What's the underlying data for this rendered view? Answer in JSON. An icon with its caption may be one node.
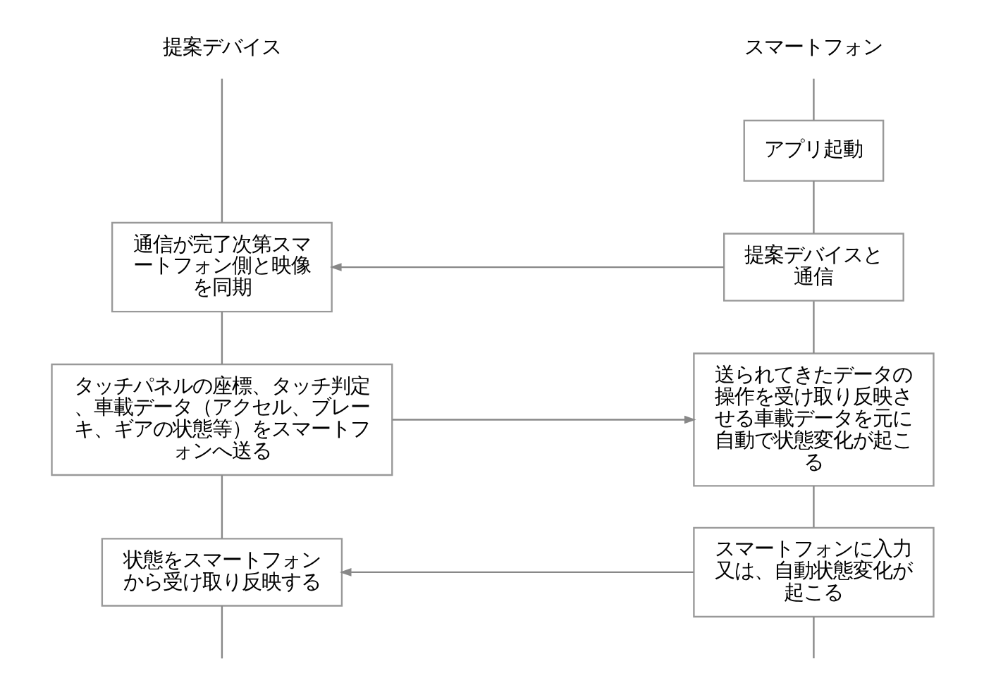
{
  "diagram": {
    "nodes": [
      {
        "text": [
          "提案デバイス"
        ]
      },
      {
        "text": [
          "スマートフォン"
        ]
      },
      {
        "text": [
          "アプリ起動"
        ]
      },
      {
        "text": [
          "提案デバイスと通信"
        ]
      },
      {
        "text": [
          "通信が完了次第スマートフォン側と映像を同期"
        ]
      },
      {
        "text": [
          "タッチパネルの座標、タッチ判定、車載データ（アクセル、ブレーキ、ギアの状態等）をスマートフォンへ送る"
        ]
      },
      {
        "text": [
          "送られてきたデータの操作を受け取り反映させる車載データを元に自動で状態変化が起こる"
        ]
      },
      {
        "text": [
          "状態をスマートフォンから受け取り反映する"
        ]
      },
      {
        "text": [
          "スマートフォンに入力又は、自動状態変化が起こる"
        ]
      }
    ],
    "edges": [
      {
        "from": 0,
        "to": 4,
        "arrow": "none"
      },
      {
        "from": 4,
        "to": 5,
        "arrow": "none"
      },
      {
        "from": 5,
        "to": 7,
        "arrow": "none"
      },
      {
        "from": 7,
        "to": null,
        "arrow": "none"
      },
      {
        "from": 1,
        "to": 2,
        "arrow": "none"
      },
      {
        "from": 2,
        "to": 3,
        "arrow": "none"
      },
      {
        "from": 3,
        "to": 6,
        "arrow": "none"
      },
      {
        "from": 6,
        "to": 8,
        "arrow": "none"
      },
      {
        "from": 8,
        "to": null,
        "arrow": "none"
      },
      {
        "from": 3,
        "to": 4,
        "arrow": "to"
      },
      {
        "from": 5,
        "to": 6,
        "arrow": "to"
      },
      {
        "from": 8,
        "to": 7,
        "arrow": "to"
      }
    ]
  }
}
